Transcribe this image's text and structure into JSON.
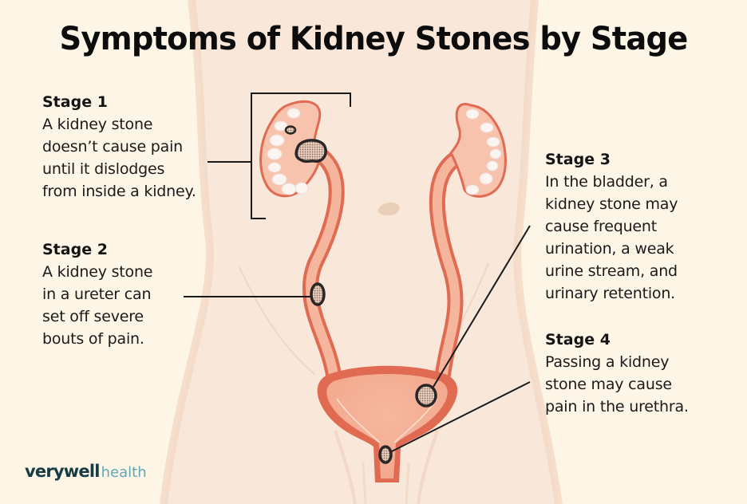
{
  "title": "Symptoms of Kidney Stones by Stage",
  "stages": [
    {
      "heading": "Stage 1",
      "body": "A kidney stone\ndoesn’t cause pain\nuntil it dislodges\nfrom inside a kidney."
    },
    {
      "heading": "Stage 2",
      "body": "A kidney stone\nin a ureter can\nset off severe\nbouts of pain."
    },
    {
      "heading": "Stage 3",
      "body": "In the bladder, a\nkidney stone may\ncause frequent\nurination, a weak\nurine stream, and\nurinary retention."
    },
    {
      "heading": "Stage 4",
      "body": "Passing a kidney\nstone may cause\npain in the urethra."
    }
  ],
  "logo": {
    "brand": "verywell",
    "sub": "health"
  },
  "illustration": {
    "subject": "urinary-tract-anatomy",
    "parts": [
      "left-kidney",
      "right-kidney",
      "left-ureter",
      "right-ureter",
      "bladder",
      "urethra",
      "navel",
      "torso-outline"
    ],
    "stone_locations": [
      "kidney",
      "ureter",
      "bladder",
      "urethra"
    ]
  },
  "colors": {
    "background": "#fdf5e6",
    "body": "#f9e6d6",
    "organ_outline": "#e06a52",
    "organ_fill": "#f7b9a0",
    "stone_outline": "#2a2626",
    "stone_fill": "#c9a48f",
    "text": "#111111",
    "logo_brand": "#173b43",
    "logo_sub": "#5fa9b5"
  }
}
